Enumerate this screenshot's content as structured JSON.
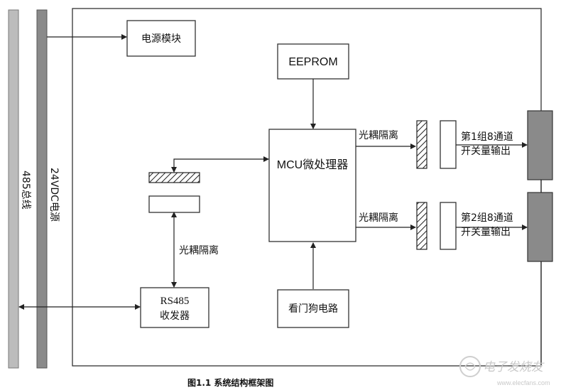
{
  "diagram": {
    "bus_485_label": "485总线",
    "bus_24vdc_label": "24VDC电源",
    "power_module": "电源模块",
    "eeprom": "EEPROM",
    "mcu": "MCU微处理器",
    "optocoupler_1": "光耦隔离",
    "optocoupler_2": "光耦隔离",
    "optocoupler_left": "光耦隔离",
    "output_group_1": [
      "第1组8通道",
      "开关量输出"
    ],
    "output_group_2": [
      "第2组8通道",
      "开关量输出"
    ],
    "rs485_transceiver": [
      "RS485",
      "收发器"
    ],
    "watchdog": "看门狗电路",
    "caption": "图1.1  系统结构框架图",
    "watermark": "电子发烧友",
    "watermark_url": "www.elecfans.com"
  }
}
